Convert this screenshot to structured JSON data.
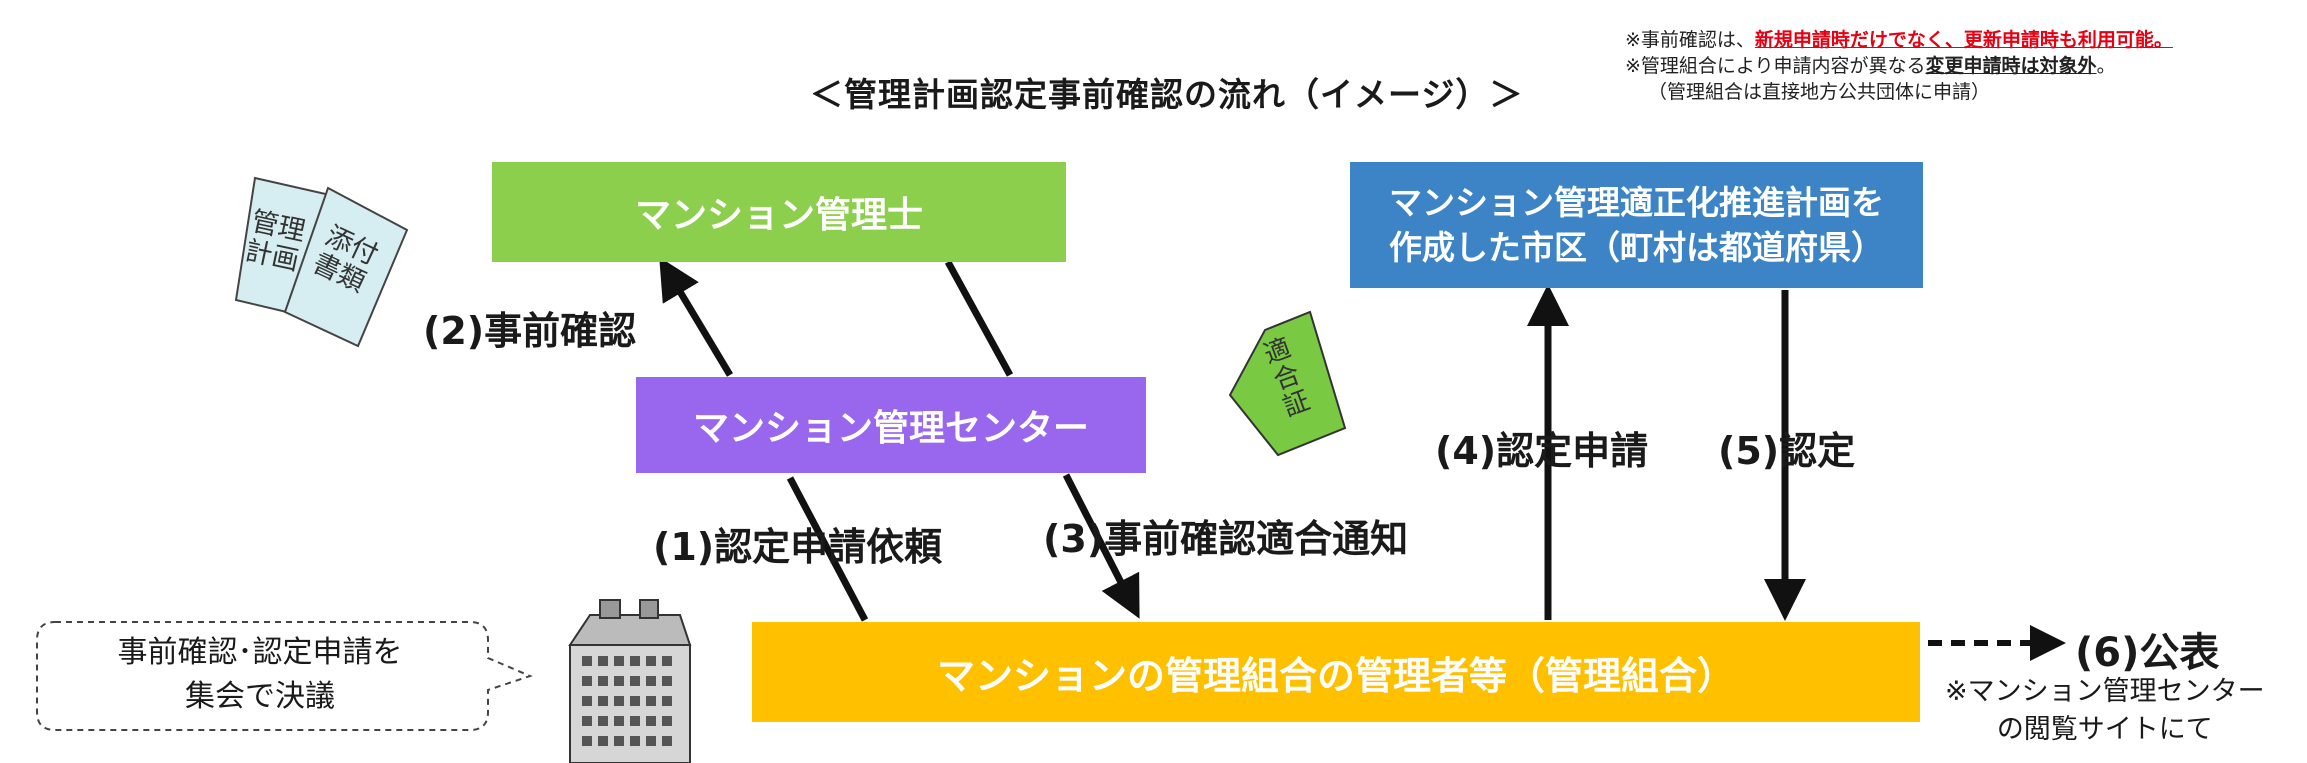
{
  "notes": {
    "line1_pre": "※事前確認は、",
    "line1_red": "新規申請時だけでなく、更新申請時も利用可能。",
    "line2_pre": "※管理組合により申請内容が異なる",
    "line2_ul": "変更申請時は対象外",
    "line2_post": "。",
    "line3": "（管理組合は直接地方公共団体に申請）"
  },
  "title": "＜管理計画認定事前確認の流れ（イメージ）＞",
  "boxes": {
    "kanrishi": "マンション管理士",
    "center": "マンション管理センター",
    "city_line1": "マンション管理適正化推進計画を",
    "city_line2": "作成した市区（町村は都道府県）",
    "association": "マンションの管理組合の管理者等（管理組合）"
  },
  "labels": {
    "step2": "(2)事前確認",
    "step1": "(1)認定申請依頼",
    "step3": "(3)事前確認適合通知",
    "step4": "(4)認定申請",
    "step5": "(5)認定",
    "step6": "(6)公表",
    "step6_note_line1": "※マンション管理センター",
    "step6_note_line2": "の閲覧サイトにて"
  },
  "documents": {
    "plan_line1": "管理",
    "plan_line2": "計画",
    "attach_line1": "添付",
    "attach_line2": "書類",
    "cert_line1": "適",
    "cert_line2": "合",
    "cert_line3": "証"
  },
  "bubble": {
    "line1": "事前確認･認定申請を",
    "line2": "集会で決議"
  },
  "icons": {
    "building": "apartment-building-icon"
  },
  "colors": {
    "kanrishi": "#8ccf4d",
    "center": "#9966ee",
    "city": "#3d84c6",
    "association": "#ffc000",
    "document": "#d6eef2",
    "certificate": "#7ac943"
  }
}
